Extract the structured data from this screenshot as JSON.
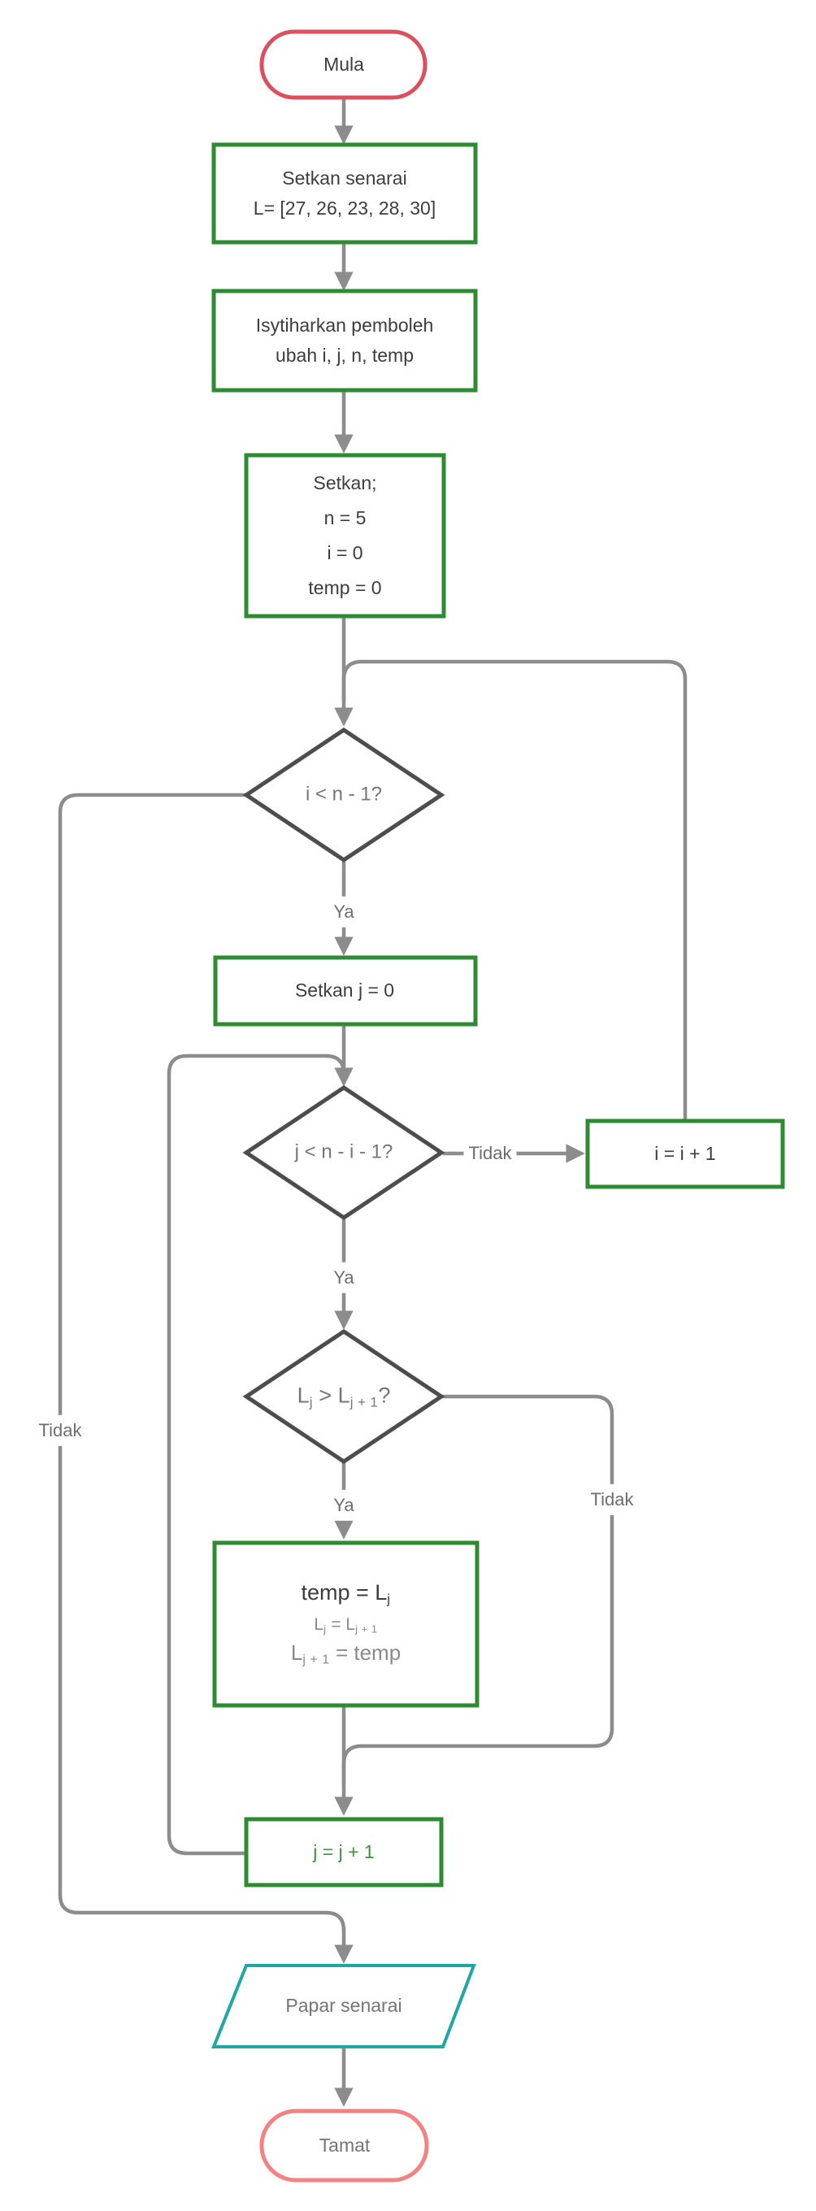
{
  "colors": {
    "edge": "#8c8c8c",
    "process_border": "#2e8b31",
    "decision_border": "#4d4d4d",
    "terminator_start_border": "#dd4f5e",
    "terminator_end_border": "#f58282",
    "io_border": "#1fa8a0",
    "text_dark": "#3d3d3d",
    "text_gray": "#757575",
    "text_green": "#3f9140"
  },
  "nodes": {
    "start": {
      "label": "Mula"
    },
    "init_list": {
      "line1": "Setkan senarai",
      "line2": "L= [27, 26, 23, 28, 30]"
    },
    "declare_vars": {
      "line1": "Isytiharkan pemboleh",
      "line2": "ubah i, j, n, temp"
    },
    "init_values": {
      "line1": "Setkan;",
      "line2": "n = 5",
      "line3": "i = 0",
      "line4": "temp = 0"
    },
    "cond_outer": {
      "label": "i < n - 1?"
    },
    "set_j": {
      "label": "Setkan j = 0"
    },
    "cond_inner": {
      "label": "j < n - i - 1?"
    },
    "cond_compare": {
      "base1": "L",
      "sub1": "j",
      "mid": " > L",
      "sub2": "j + 1",
      "end": "?"
    },
    "swap": {
      "l1_base": "temp = L",
      "l1_sub": "j",
      "l2_a": "L",
      "l2_sub1": "j",
      "l2_b": " = L",
      "l2_sub2": "j + 1",
      "l3_a": "L",
      "l3_sub1": "j + 1",
      "l3_b": " = temp"
    },
    "inc_i": {
      "label": "i = i + 1"
    },
    "inc_j": {
      "label": "j = j + 1"
    },
    "output": {
      "label": "Papar senarai"
    },
    "end": {
      "label": "Tamat"
    }
  },
  "edge_labels": {
    "outer_yes": "Ya",
    "outer_no": "Tidak",
    "inner_yes": "Ya",
    "inner_no": "Tidak",
    "compare_yes": "Ya",
    "compare_no": "Tidak"
  }
}
